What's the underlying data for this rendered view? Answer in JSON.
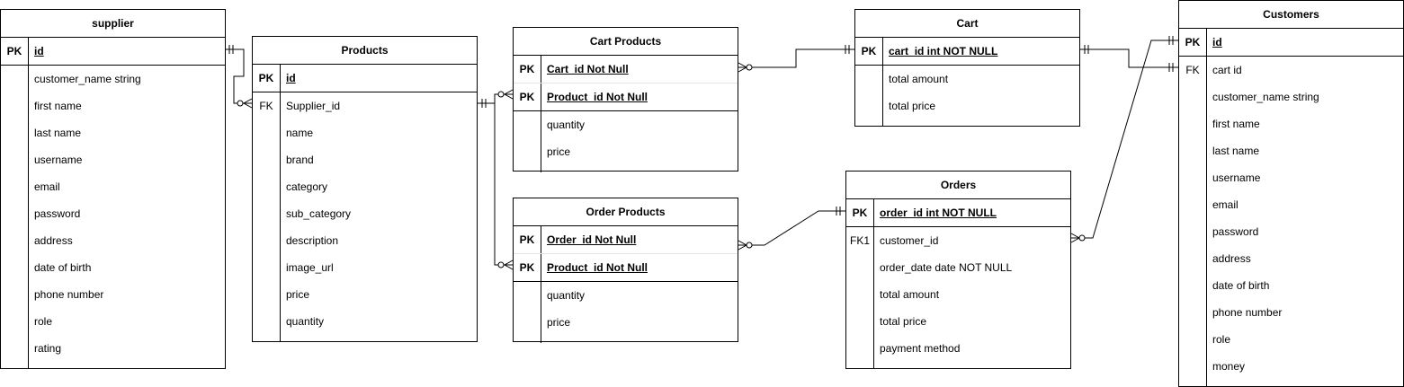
{
  "tables": {
    "supplier": {
      "title": "supplier",
      "keys": [
        {
          "key": "PK",
          "name": "id"
        }
      ],
      "attrs": [
        {
          "key": "",
          "name": "customer_name string"
        },
        {
          "key": "",
          "name": "first name"
        },
        {
          "key": "",
          "name": "last name"
        },
        {
          "key": "",
          "name": "username"
        },
        {
          "key": "",
          "name": "email"
        },
        {
          "key": "",
          "name": "password"
        },
        {
          "key": "",
          "name": "address"
        },
        {
          "key": "",
          "name": "date of birth"
        },
        {
          "key": "",
          "name": "phone number"
        },
        {
          "key": "",
          "name": "role"
        },
        {
          "key": "",
          "name": "rating"
        }
      ]
    },
    "products": {
      "title": "Products",
      "keys": [
        {
          "key": "PK",
          "name": "id"
        }
      ],
      "attrs": [
        {
          "key": "FK",
          "name": "Supplier_id"
        },
        {
          "key": "",
          "name": "name"
        },
        {
          "key": "",
          "name": "brand"
        },
        {
          "key": "",
          "name": "category"
        },
        {
          "key": "",
          "name": "sub_category"
        },
        {
          "key": "",
          "name": "description"
        },
        {
          "key": "",
          "name": "image_url"
        },
        {
          "key": "",
          "name": "price"
        },
        {
          "key": "",
          "name": "quantity"
        }
      ]
    },
    "cart_products": {
      "title": "Cart Products",
      "keys": [
        {
          "key": "PK",
          "name": "Cart_id Not Null"
        },
        {
          "key": "PK",
          "name": "Product_id Not Null"
        }
      ],
      "attrs": [
        {
          "key": "",
          "name": "quantity"
        },
        {
          "key": "",
          "name": "price"
        }
      ]
    },
    "order_products": {
      "title": "Order Products",
      "keys": [
        {
          "key": "PK",
          "name": "Order_id Not Null"
        },
        {
          "key": "PK",
          "name": "Product_id Not Null"
        }
      ],
      "attrs": [
        {
          "key": "",
          "name": "quantity"
        },
        {
          "key": "",
          "name": "price"
        }
      ]
    },
    "cart": {
      "title": "Cart",
      "keys": [
        {
          "key": "PK",
          "name": "cart_id int NOT NULL"
        }
      ],
      "attrs": [
        {
          "key": "",
          "name": "total amount"
        },
        {
          "key": "",
          "name": "total price"
        }
      ]
    },
    "orders": {
      "title": "Orders",
      "keys": [
        {
          "key": "PK",
          "name": "order_id int NOT NULL"
        }
      ],
      "attrs": [
        {
          "key": "FK1",
          "name": "customer_id"
        },
        {
          "key": "",
          "name": "order_date date NOT NULL"
        },
        {
          "key": "",
          "name": "total amount"
        },
        {
          "key": "",
          "name": "total price"
        },
        {
          "key": "",
          "name": "payment method"
        }
      ]
    },
    "customers": {
      "title": "Customers",
      "keys": [
        {
          "key": "PK",
          "name": "id"
        }
      ],
      "attrs": [
        {
          "key": "FK",
          "name": "cart id"
        },
        {
          "key": "",
          "name": "customer_name string"
        },
        {
          "key": "",
          "name": "first name"
        },
        {
          "key": "",
          "name": "last name"
        },
        {
          "key": "",
          "name": "username"
        },
        {
          "key": "",
          "name": "email"
        },
        {
          "key": "",
          "name": "password"
        },
        {
          "key": "",
          "name": "address"
        },
        {
          "key": "",
          "name": "date of birth"
        },
        {
          "key": "",
          "name": "phone number"
        },
        {
          "key": "",
          "name": "role"
        },
        {
          "key": "",
          "name": "money"
        }
      ]
    }
  },
  "relationships": [
    {
      "from": "supplier",
      "to": "products",
      "from_end": "one",
      "to_end": "zero-or-many"
    },
    {
      "from": "products",
      "to": "cart_products",
      "from_end": "one",
      "to_end": "zero-or-many"
    },
    {
      "from": "products",
      "to": "order_products",
      "from_end": "one",
      "to_end": "zero-or-many"
    },
    {
      "from": "cart",
      "to": "cart_products",
      "from_end": "one",
      "to_end": "zero-or-many"
    },
    {
      "from": "cart",
      "to": "customers",
      "from_end": "one",
      "to_end": "one"
    },
    {
      "from": "orders",
      "to": "order_products",
      "from_end": "one",
      "to_end": "zero-or-many"
    },
    {
      "from": "customers",
      "to": "orders",
      "from_end": "one",
      "to_end": "zero-or-many"
    }
  ],
  "colors": {
    "line": "#000000",
    "border": "#000000",
    "background": "#ffffff"
  }
}
